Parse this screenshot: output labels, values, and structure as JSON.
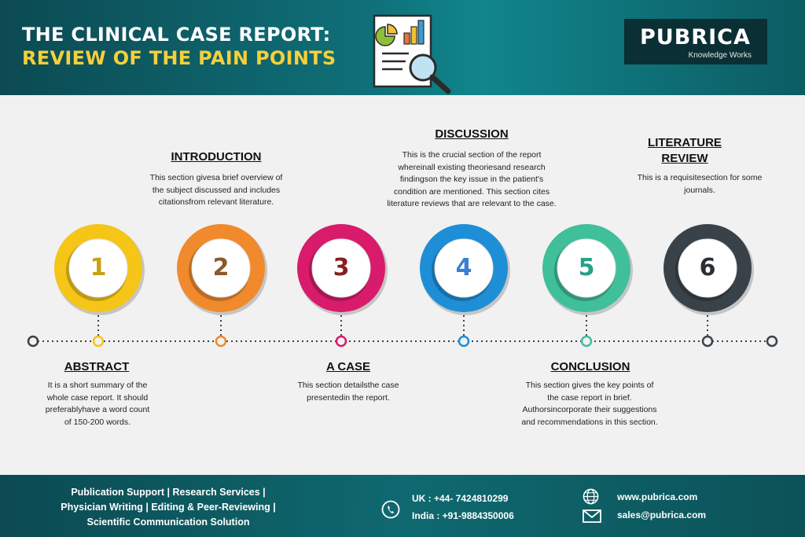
{
  "header": {
    "title_line1": "THE CLINICAL CASE REPORT:",
    "title_line2": "REVIEW OF THE PAIN POINTS",
    "logo_text": "PUBRICA",
    "logo_tagline": "Knowledge Works",
    "colors": {
      "background": "#0f6f78",
      "accent": "#f6cf3a"
    }
  },
  "steps": [
    {
      "number": "1",
      "heading": "ABSTRACT",
      "text": [
        "It is a short summary of the",
        "whole case report. It should",
        "preferablyhave a word count",
        "of 150-200 words."
      ],
      "color": "#f5c518",
      "num_color": "#c9a012"
    },
    {
      "number": "2",
      "heading": "INTRODUCTION",
      "text": [
        "This section givesa brief overview of",
        "the subject discussed and includes",
        "citationsfrom relevant literature."
      ],
      "color": "#f08a2c",
      "num_color": "#8a5a2a"
    },
    {
      "number": "3",
      "heading": "A CASE",
      "text": [
        "This section detailsthe case",
        "presentedin the report."
      ],
      "color": "#d81b6a",
      "num_color": "#8a1e1e"
    },
    {
      "number": "4",
      "heading": "DISCUSSION",
      "text": [
        "This is the crucial section of the report",
        "whereinall existing theoriesand research",
        "findingson the key issue in the patient's",
        "condition are mentioned. This section cites",
        "literature reviews that are relevant to the case."
      ],
      "color": "#1e8fd6",
      "num_color": "#3b7fd4"
    },
    {
      "number": "5",
      "heading": "CONCLUSION",
      "text": [
        "This section gives the key points of",
        "the case report in brief.",
        "Authorsincorporate their suggestions",
        "and recommendations in this section."
      ],
      "color": "#3fbf9a",
      "num_color": "#2aa08a"
    },
    {
      "number": "6",
      "heading_line1": "LITERATURE",
      "heading_line2": "REVIEW",
      "text": [
        "This is a requisitesection for some",
        "journals."
      ],
      "color": "#3a4249",
      "num_color": "#2b2f33"
    }
  ],
  "footer": {
    "services": [
      "Publication Support  |  Research Services  |",
      "Physician Writing  |  Editing & Peer-Reviewing  |",
      "Scientific  Communication Solution"
    ],
    "phone_uk": "UK    : +44- 7424810299",
    "phone_india": "India : +91-9884350006",
    "website": "www.pubrica.com",
    "email": "sales@pubrica.com",
    "icons": [
      "phone-icon",
      "globe-icon",
      "mail-icon"
    ]
  }
}
